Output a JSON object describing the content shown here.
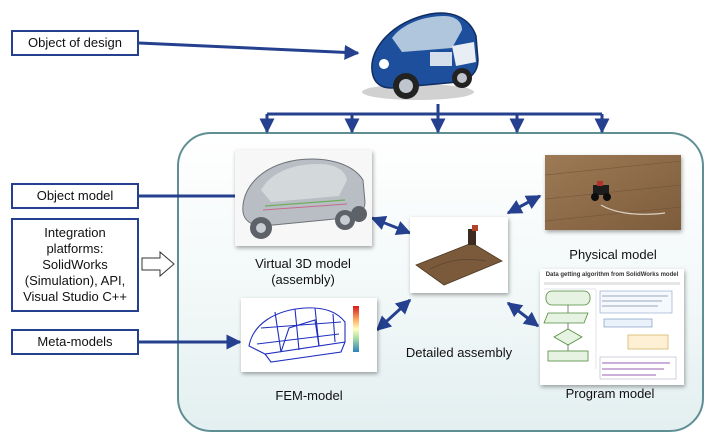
{
  "left_labels": {
    "object_of_design": "Object of design",
    "object_model": "Object model",
    "integration_platforms": [
      "Integration",
      "platforms:",
      "SolidWorks",
      "(Simulation), API,",
      "Visual Studio C++"
    ],
    "meta_models": "Meta-models"
  },
  "captions": {
    "virtual_3d_model": [
      "Virtual 3D model",
      "(assembly)"
    ],
    "detailed_assembly": "Detailed assembly",
    "physical_model": "Physical model",
    "fem_model": "FEM-model",
    "program_model": "Program model"
  },
  "program_model_sheet": {
    "title": "Data getting algorithm from SolidWorks model"
  },
  "colors": {
    "label_border": "#24408e",
    "arrow": "#24408e",
    "panel_border": "#5f8f94",
    "car_body": "#1e4f9c"
  }
}
